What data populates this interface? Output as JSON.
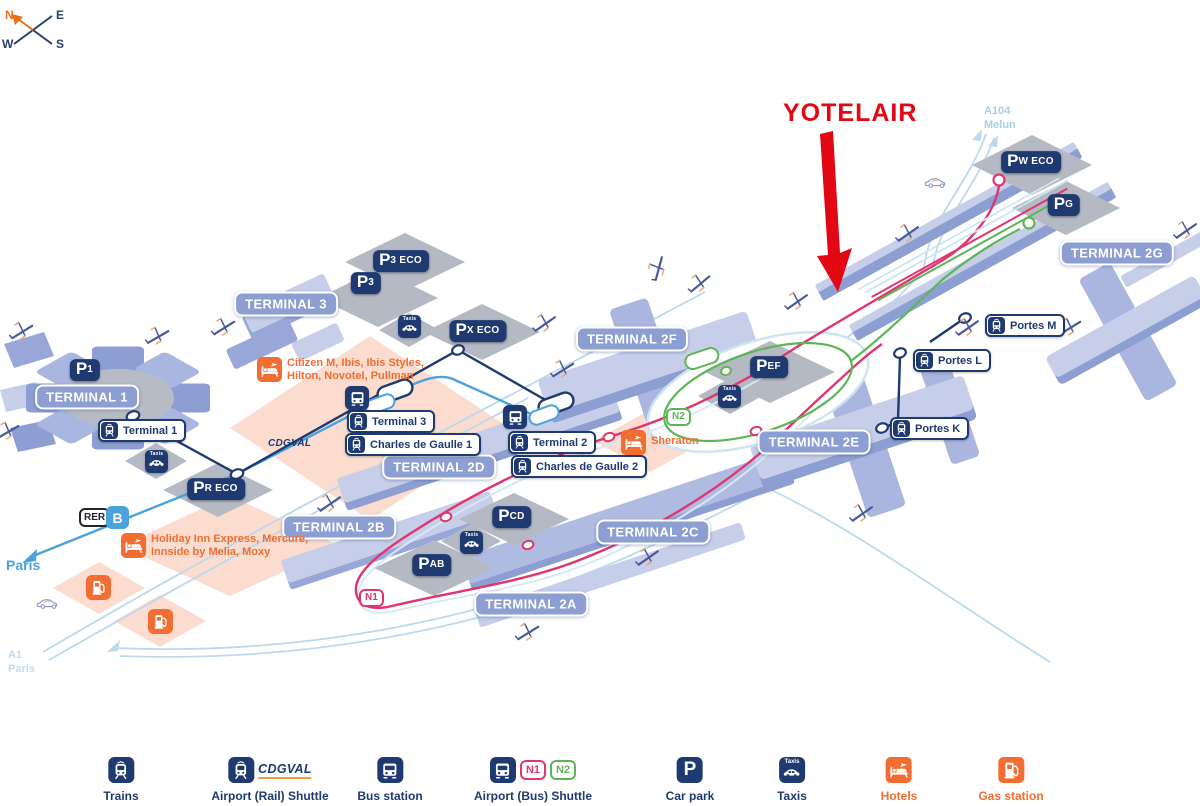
{
  "compass": {
    "north": "N",
    "east": "E",
    "west": "W",
    "south": "S"
  },
  "annotation": {
    "title": "YOTELAIR"
  },
  "map": {
    "parking_prefix": "P",
    "terminals": [
      "TERMINAL 1",
      "TERMINAL 3",
      "TERMINAL 2F",
      "TERMINAL 2G",
      "TERMINAL 2D",
      "TERMINAL 2B",
      "TERMINAL 2E",
      "TERMINAL 2C",
      "TERMINAL 2A"
    ],
    "parkings": [
      "1",
      "3 ECO",
      "3",
      "X ECO",
      "W ECO",
      "G",
      "R ECO",
      "EF",
      "CD",
      "AB"
    ],
    "stations": [
      "Terminal 1",
      "Terminal 3",
      "Charles de Gaulle 1",
      "Terminal 2",
      "Charles de Gaulle 2",
      "Portes M",
      "Portes L",
      "Portes K"
    ],
    "hotel_groups": {
      "west_line1": "Citizen M,  Ibis, Ibis Styles,",
      "west_line2": "Hilton, Novotel, Pullman",
      "sheraton": "Sheraton",
      "south_line1": "Holiday Inn Express, Mercure,",
      "south_line2": "Innside by Melia, Moxy"
    },
    "badges": {
      "n1": "N1",
      "n2": "N2",
      "rer": "RER",
      "rer_line": "B"
    },
    "cdgval_label": "CDGVAL",
    "taxi_icon_text": "Taxis",
    "roads": {
      "a104_line1": "A104",
      "a104_line2": "Melun",
      "paris": "Paris",
      "a1_line1": "A1",
      "a1_line2": "Paris"
    }
  },
  "legend": {
    "trains": "Trains",
    "rail_shuttle": "Airport (Rail) Shuttle",
    "rail_shuttle_logo": "CDGVAL",
    "bus_station": "Bus station",
    "bus_shuttle": "Airport (Bus) Shuttle",
    "car_park": "Car park",
    "taxis": "Taxis",
    "hotels": "Hotels",
    "gas_station": "Gas station"
  },
  "colors": {
    "accent_red": "#e30613",
    "navy": "#1e3a70",
    "pink": "#e0356f",
    "green": "#5cb656",
    "rer_blue": "#4aa3dc",
    "orange": "#f26d31",
    "building": "#8c9ed2",
    "road": "#bcd9ed"
  }
}
